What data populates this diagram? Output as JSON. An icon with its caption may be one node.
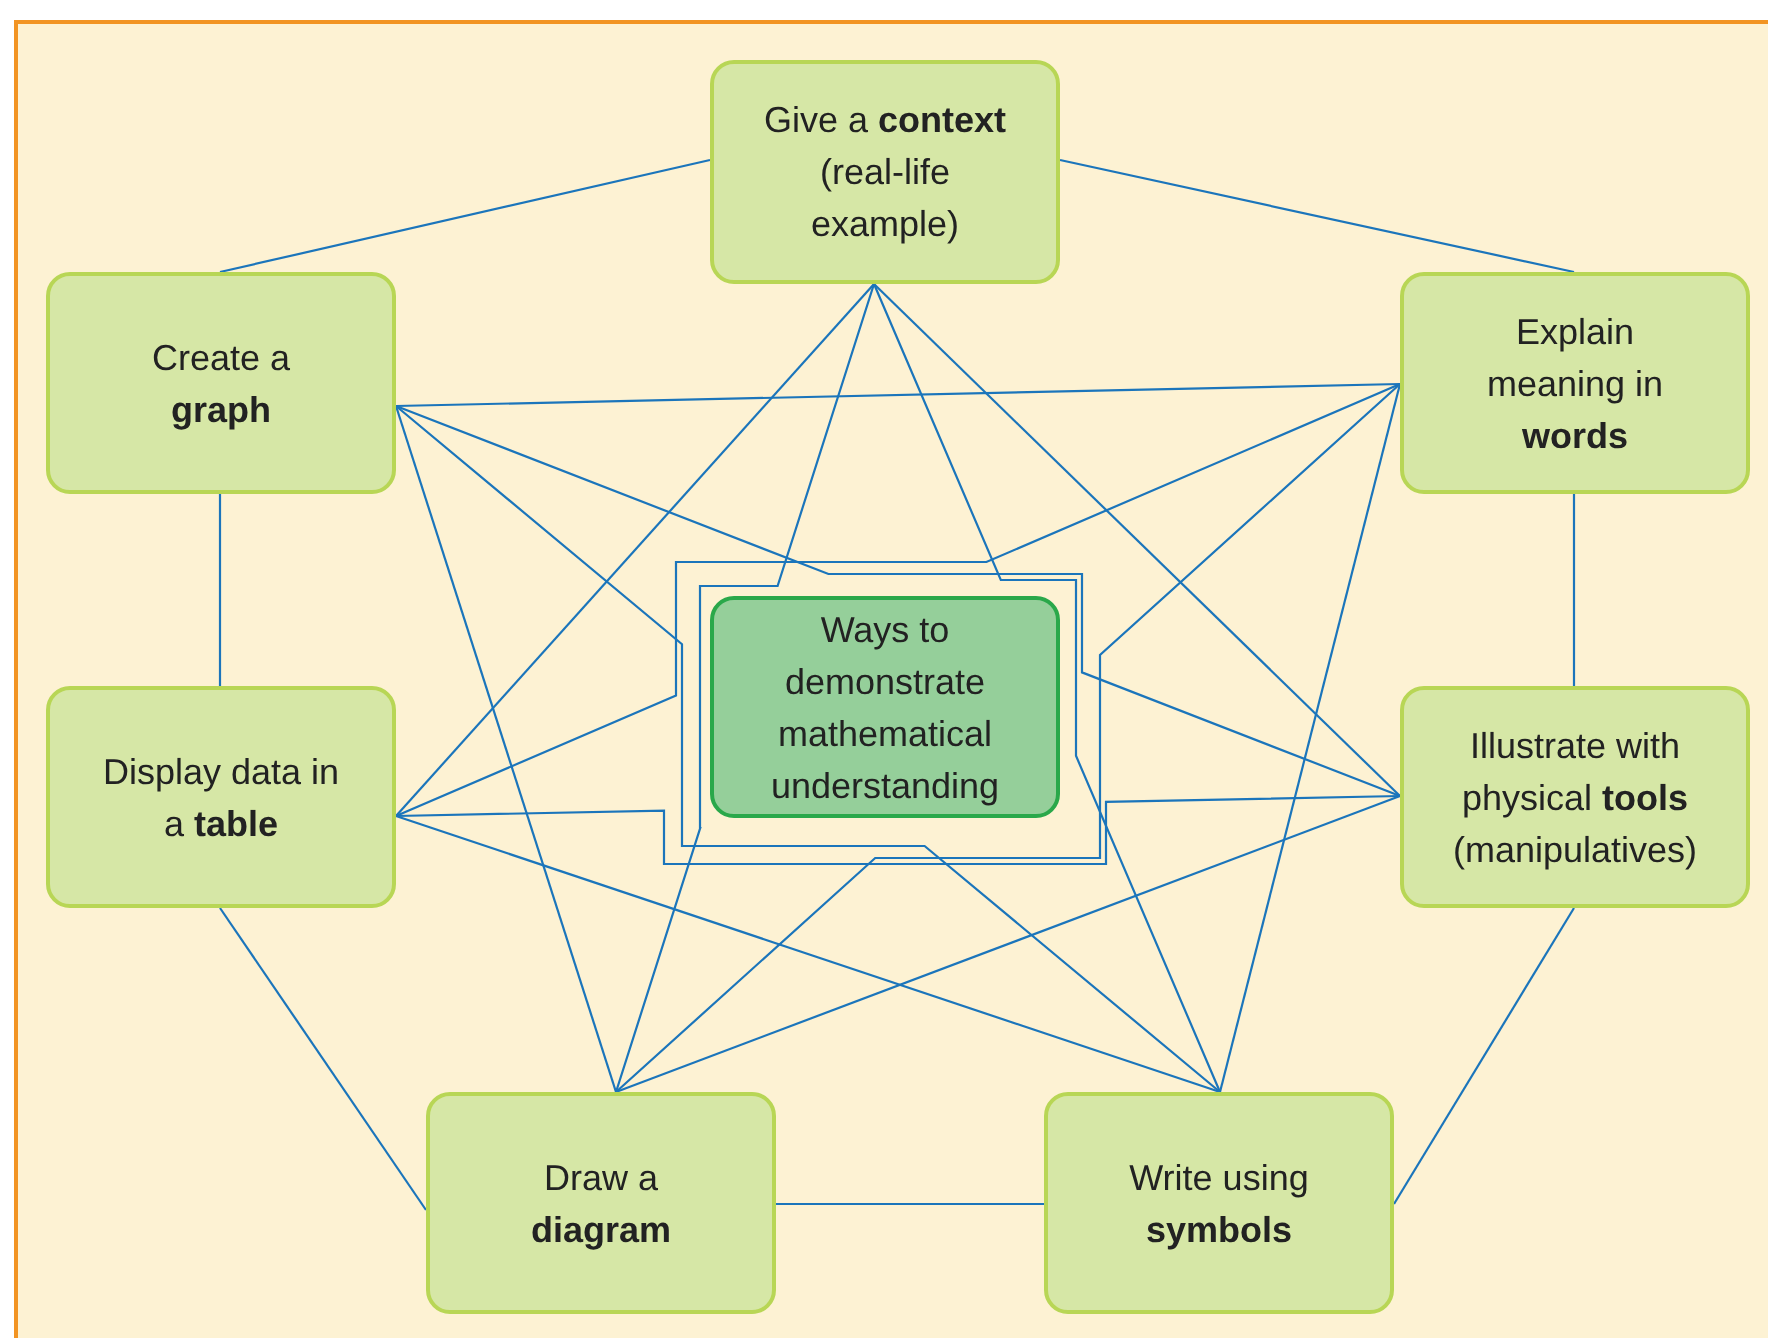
{
  "diagram": {
    "nodes": [
      {
        "text": [
          "Give a **context** (real-life example)"
        ]
      },
      {
        "text": [
          "Create a **graph**"
        ]
      },
      {
        "text": [
          "Explain meaning in **words**"
        ]
      },
      {
        "text": [
          "Ways to demonstrate mathematical understanding"
        ]
      },
      {
        "text": [
          "Display data in a **table**"
        ]
      },
      {
        "text": [
          "Illustrate with physical **tools** (manipulatives)"
        ]
      },
      {
        "text": [
          "Draw a **diagram**"
        ]
      },
      {
        "text": [
          "Write using **symbols**"
        ]
      }
    ],
    "edges": [
      {
        "from": 0,
        "to": 1,
        "arrow": "none"
      },
      {
        "from": 0,
        "to": 2,
        "arrow": "none"
      },
      {
        "from": 1,
        "to": 4,
        "arrow": "none"
      },
      {
        "from": 2,
        "to": 5,
        "arrow": "none"
      },
      {
        "from": 4,
        "to": 6,
        "arrow": "none"
      },
      {
        "from": 6,
        "to": 7,
        "arrow": "none"
      },
      {
        "from": 7,
        "to": 5,
        "arrow": "none"
      },
      {
        "from": 0,
        "to": 4,
        "arrow": "none"
      },
      {
        "from": 0,
        "to": 5,
        "arrow": "none"
      },
      {
        "from": 0,
        "to": 6,
        "arrow": "none"
      },
      {
        "from": 0,
        "to": 7,
        "arrow": "none"
      },
      {
        "from": 1,
        "to": 2,
        "arrow": "none"
      },
      {
        "from": 1,
        "to": 5,
        "arrow": "none"
      },
      {
        "from": 1,
        "to": 6,
        "arrow": "none"
      },
      {
        "from": 1,
        "to": 7,
        "arrow": "none"
      },
      {
        "from": 2,
        "to": 4,
        "arrow": "none"
      },
      {
        "from": 2,
        "to": 6,
        "arrow": "none"
      },
      {
        "from": 2,
        "to": 7,
        "arrow": "none"
      },
      {
        "from": 4,
        "to": 5,
        "arrow": "none"
      },
      {
        "from": 4,
        "to": 7,
        "arrow": "none"
      },
      {
        "from": 5,
        "to": 6,
        "arrow": "none"
      }
    ]
  }
}
